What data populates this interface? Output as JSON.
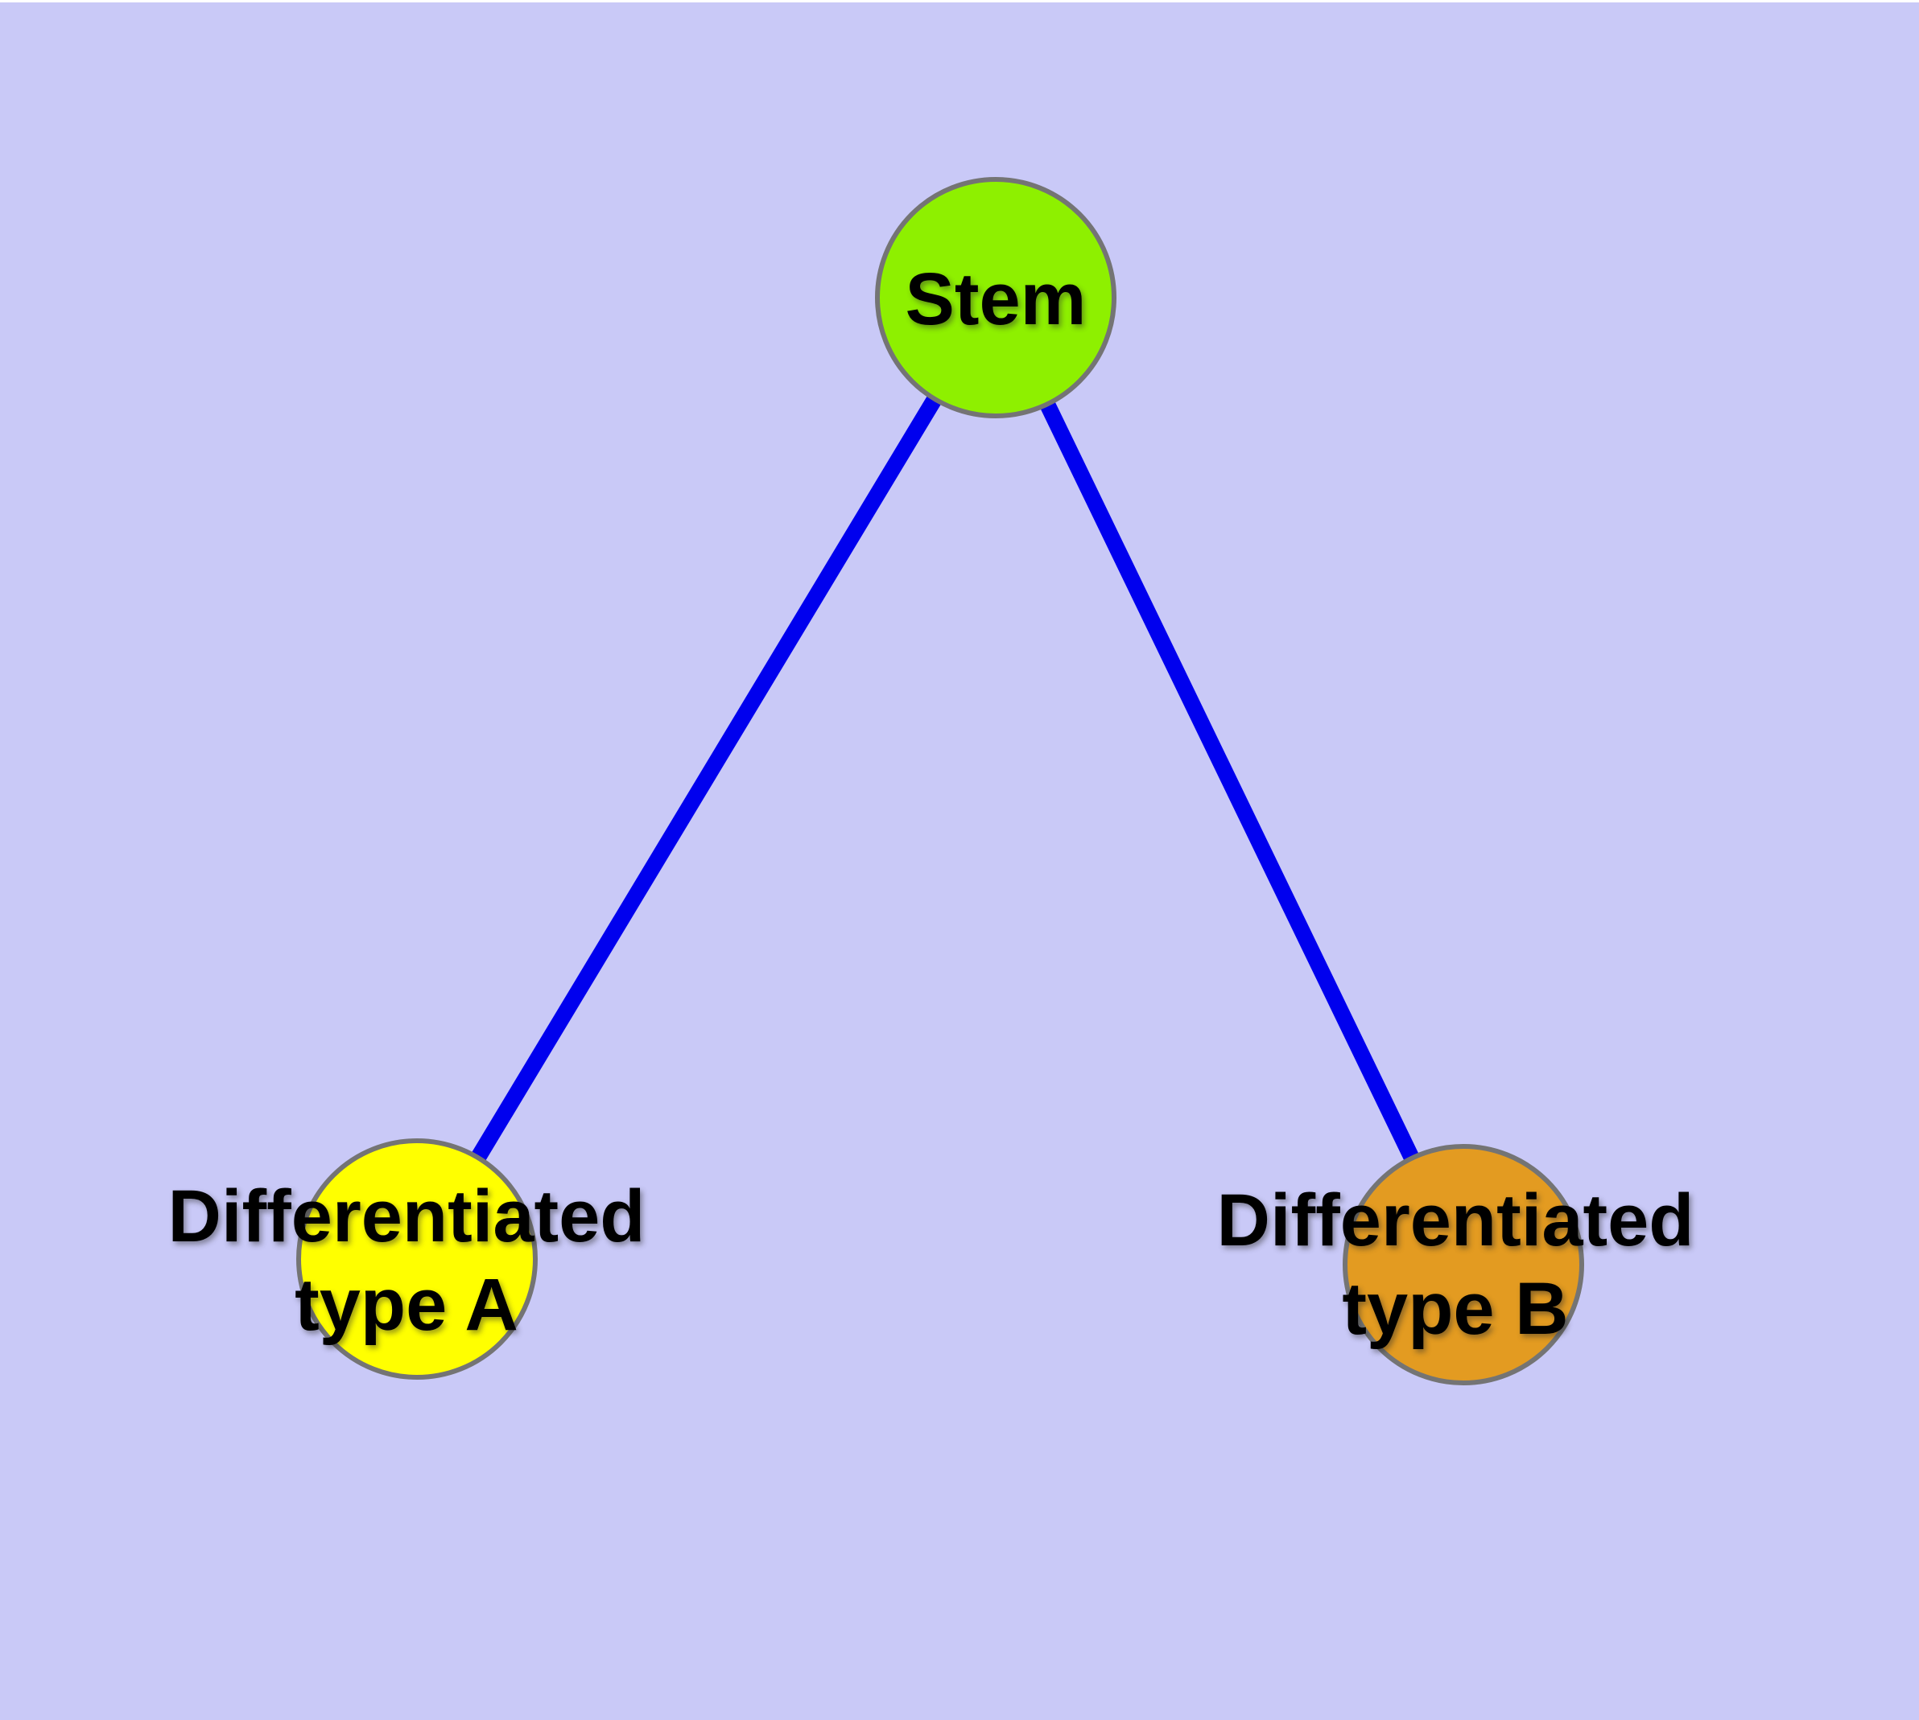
{
  "diagram": {
    "type": "graph",
    "background_color": "#c9c9f7",
    "node_border_color": "#747474",
    "edge_color": "#0000ee",
    "label_color": "#000000",
    "nodes": [
      {
        "id": "stem",
        "label_lines": [
          "Stem"
        ],
        "fill": "#8ef000"
      },
      {
        "id": "differentiated-type-a",
        "label_lines": [
          "Differentiated",
          "type A"
        ],
        "fill": "#ffff00"
      },
      {
        "id": "differentiated-type-b",
        "label_lines": [
          "Differentiated",
          "type B"
        ],
        "fill": "#e39b21"
      }
    ],
    "edges": [
      {
        "from": "stem",
        "to": "differentiated-type-a"
      },
      {
        "from": "stem",
        "to": "differentiated-type-b"
      }
    ]
  }
}
